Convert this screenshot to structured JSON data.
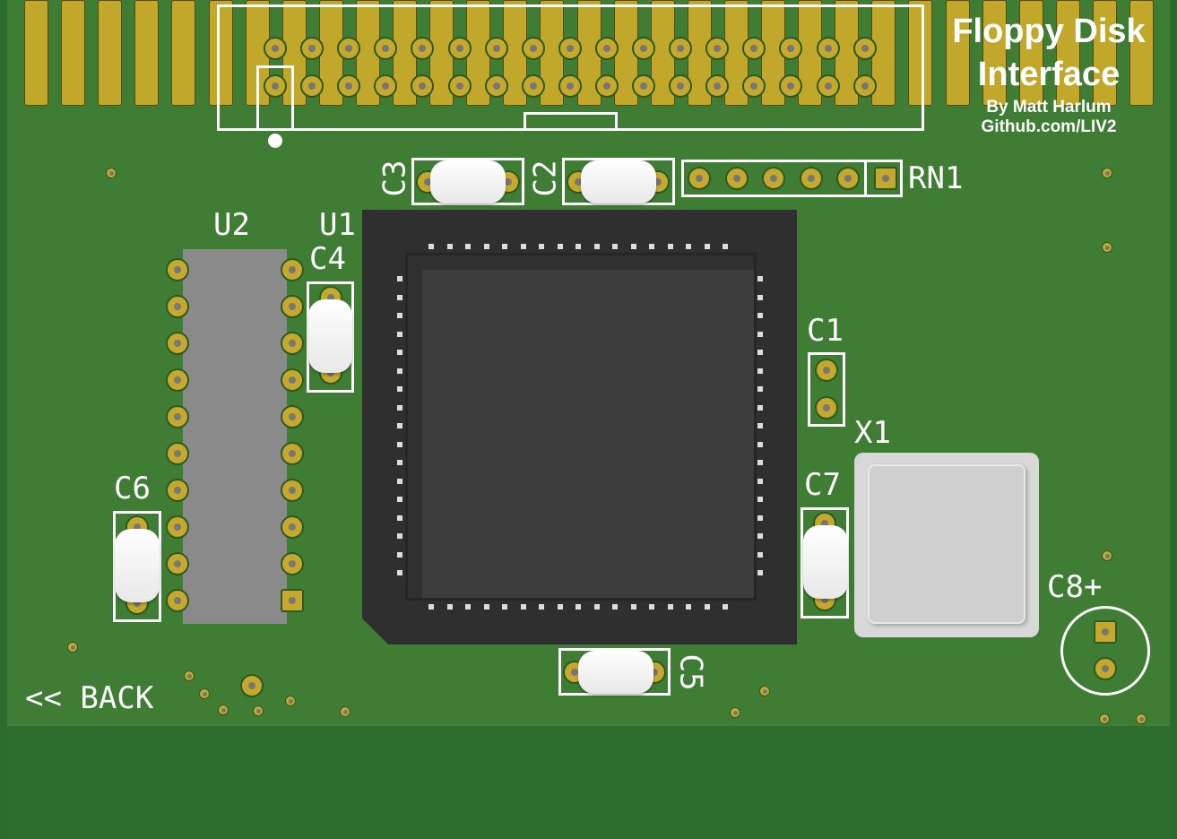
{
  "board": {
    "title_line1": "Floppy Disk",
    "title_line2": "Interface",
    "author": "By Matt Harlum",
    "url": "Github.com/LIV2",
    "back_label": "<< BACK"
  },
  "labels": {
    "u2": "U2",
    "u1": "U1",
    "c4": "C4",
    "c3": "C3",
    "c2": "C2",
    "rn1": "RN1",
    "c1": "C1",
    "x1": "X1",
    "c7": "C7",
    "c6": "C6",
    "c5": "C5",
    "c8": "C8+"
  },
  "counts": {
    "header_pins_per_row": 17,
    "edge_fingers": 31,
    "u2_pins_per_side": 10,
    "rn1_pins": 6
  },
  "colors": {
    "board": "#3f7d34",
    "gold": "#c2a82a",
    "silk": "#ffffff",
    "chip": "#3a3a3a"
  }
}
